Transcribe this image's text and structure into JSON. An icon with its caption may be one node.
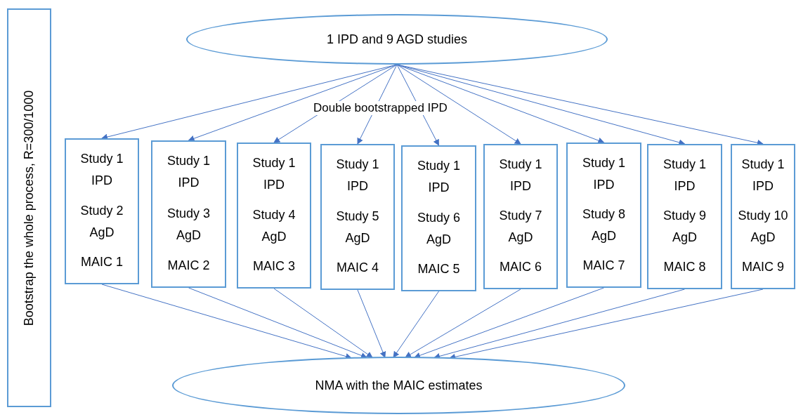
{
  "diagram": {
    "nodes": [
      {
        "text": [
          "Bootstrap the whole process, R=300/1000"
        ]
      },
      {
        "text": [
          "1 IPD and 9 AGD studies"
        ]
      },
      {
        "text": [
          "Study 1 IPD",
          "Study 2 AgD",
          "MAIC 1"
        ]
      },
      {
        "text": [
          "Study 1 IPD",
          "Study 3 AgD",
          "MAIC 2"
        ]
      },
      {
        "text": [
          "Study 1 IPD",
          "Study 4 AgD",
          "MAIC 3"
        ]
      },
      {
        "text": [
          "Study 1 IPD",
          "Study 5 AgD",
          "MAIC 4"
        ]
      },
      {
        "text": [
          "Study 1 IPD",
          "Study 6 AgD",
          "MAIC 5"
        ]
      },
      {
        "text": [
          "Study 1 IPD",
          "Study 7 AgD",
          "MAIC 6"
        ]
      },
      {
        "text": [
          "Study 1 IPD",
          "Study 8 AgD",
          "MAIC 7"
        ]
      },
      {
        "text": [
          "Study 1 IPD",
          "Study 9 AgD",
          "MAIC 8"
        ]
      },
      {
        "text": [
          "Study 1 IPD",
          "Study 10 AgD",
          "MAIC 9"
        ]
      },
      {
        "text": [
          "NMA with the MAIC estimates"
        ]
      }
    ],
    "edges": [
      {
        "from": 1,
        "to": 2,
        "arrow": "to"
      },
      {
        "from": 1,
        "to": 3,
        "arrow": "to"
      },
      {
        "from": 1,
        "to": 4,
        "arrow": "to"
      },
      {
        "from": 1,
        "to": 5,
        "arrow": "to"
      },
      {
        "from": 1,
        "to": 6,
        "arrow": "to"
      },
      {
        "from": 1,
        "to": 7,
        "arrow": "to"
      },
      {
        "from": 1,
        "to": 8,
        "arrow": "to"
      },
      {
        "from": 1,
        "to": 9,
        "arrow": "to"
      },
      {
        "from": 1,
        "to": 10,
        "arrow": "to"
      },
      {
        "from": 2,
        "to": 11,
        "arrow": "to"
      },
      {
        "from": 3,
        "to": 11,
        "arrow": "to"
      },
      {
        "from": 4,
        "to": 11,
        "arrow": "to"
      },
      {
        "from": 5,
        "to": 11,
        "arrow": "to"
      },
      {
        "from": 6,
        "to": 11,
        "arrow": "to"
      },
      {
        "from": 7,
        "to": 11,
        "arrow": "to"
      },
      {
        "from": 8,
        "to": 11,
        "arrow": "to"
      },
      {
        "from": 9,
        "to": 11,
        "arrow": "to"
      },
      {
        "from": 10,
        "to": 11,
        "arrow": "to"
      }
    ],
    "labels": [
      "Double bootstrapped IPD"
    ]
  }
}
